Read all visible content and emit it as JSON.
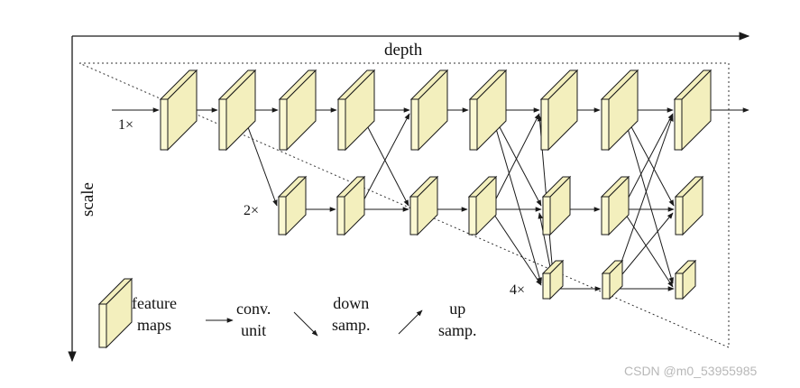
{
  "diagram": {
    "axes": {
      "depth_label": "depth",
      "scale_label": "scale"
    },
    "scale_labels": [
      "1×",
      "2×",
      "4×"
    ],
    "legend": {
      "feature_maps": "feature\nmaps",
      "conv_unit": "conv.\nunit",
      "down_sampling": "down\nsamp.",
      "up_sampling": "up\nsamp."
    },
    "colors": {
      "block_face": "#fbf8d2",
      "block_side": "#f3efbd",
      "stroke": "#1a1a1a"
    }
  },
  "watermark": "CSDN @m0_53955985"
}
